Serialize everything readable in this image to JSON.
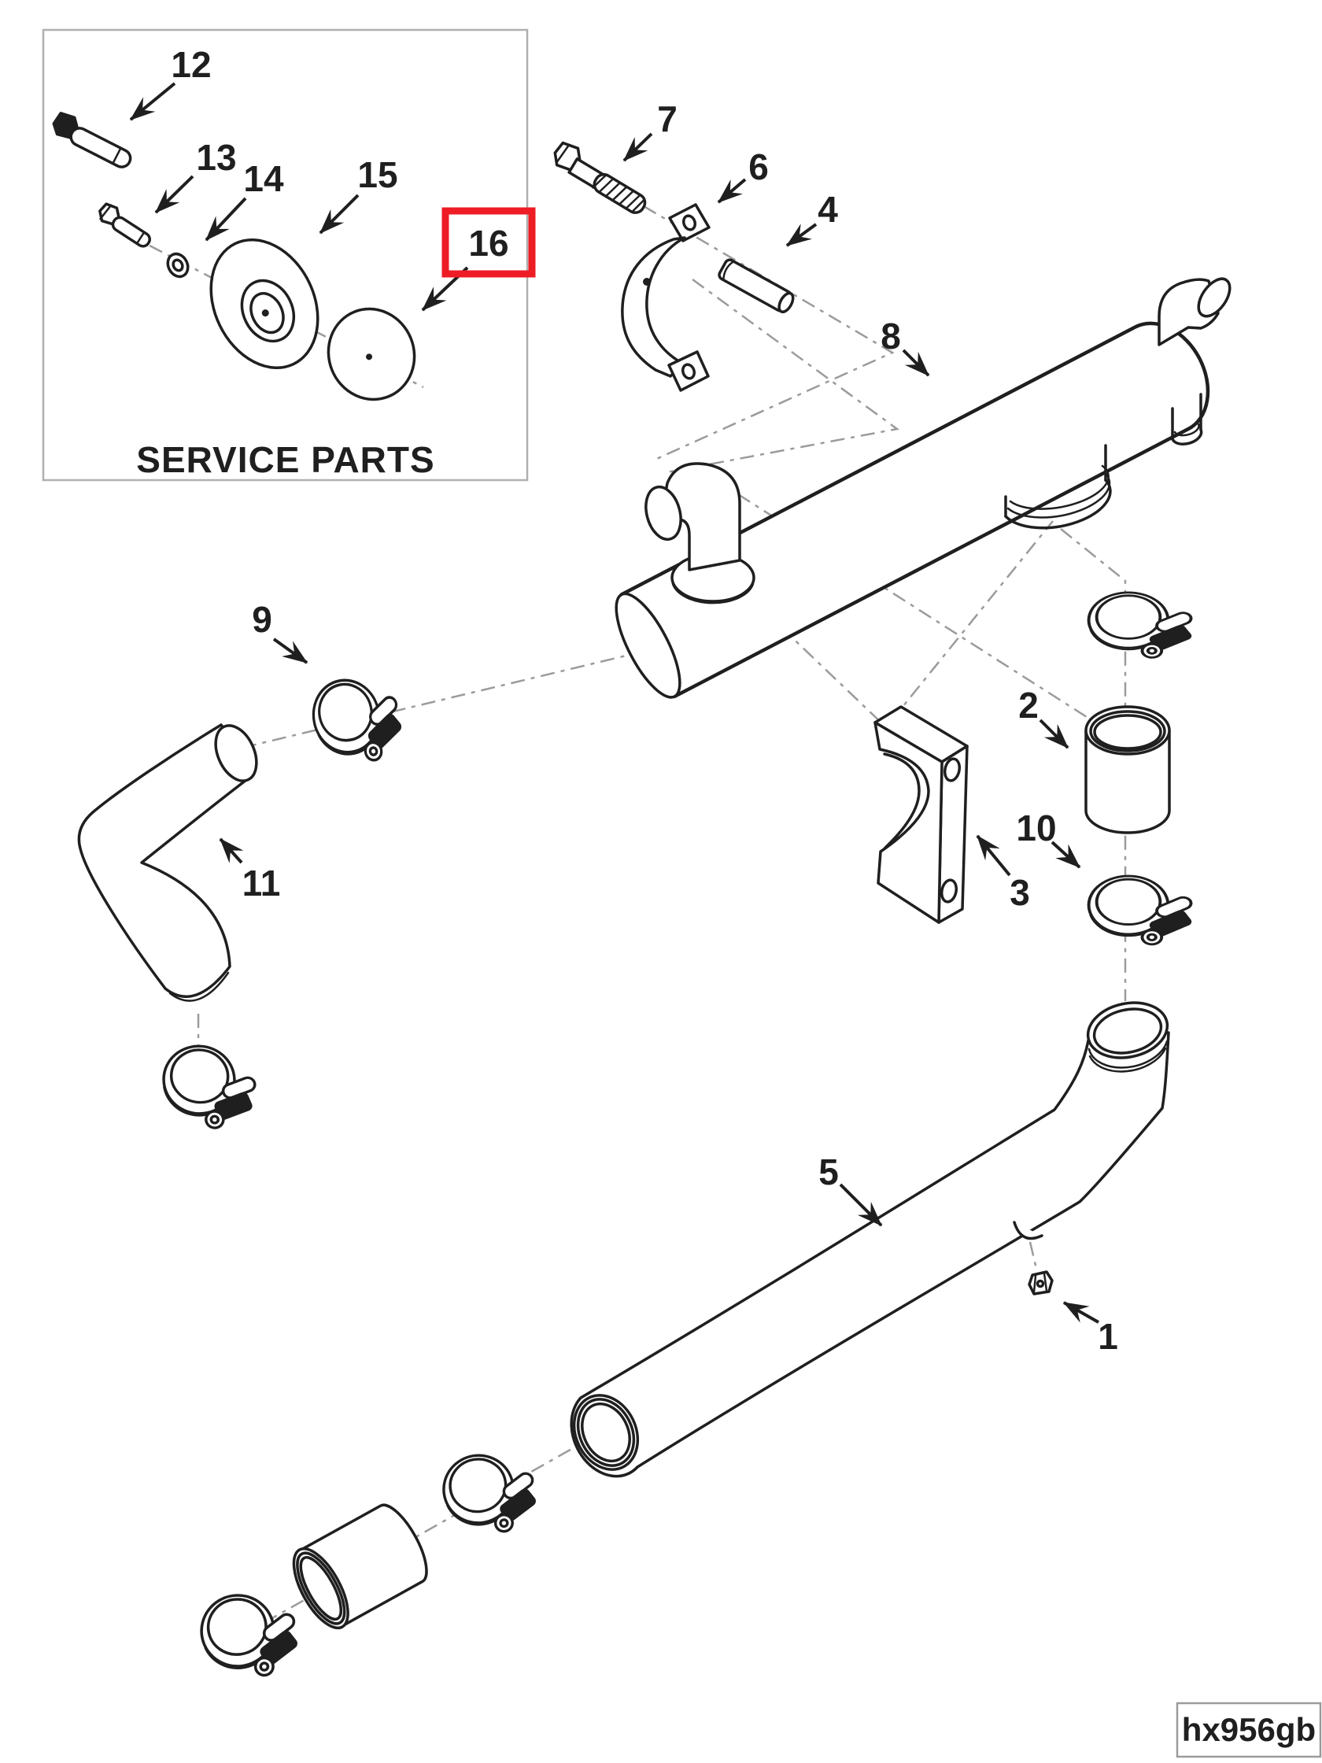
{
  "inset": {
    "title": "SERVICE PARTS"
  },
  "drawing_code": {
    "text": "hx956gb"
  },
  "colors": {
    "highlight": "#ee1c24",
    "ink": "#1f1f1f",
    "centerline": "#9b9b9b",
    "inset_border": "#b0b0b0",
    "code_border": "#9b9b9b"
  },
  "highlight": {
    "highlighted_callout": "16"
  },
  "callouts": [
    {
      "label": "1"
    },
    {
      "label": "2"
    },
    {
      "label": "3"
    },
    {
      "label": "4"
    },
    {
      "label": "5"
    },
    {
      "label": "6"
    },
    {
      "label": "7"
    },
    {
      "label": "8"
    },
    {
      "label": "9"
    },
    {
      "label": "10"
    },
    {
      "label": "11"
    },
    {
      "label": "12"
    },
    {
      "label": "13"
    },
    {
      "label": "14"
    },
    {
      "label": "15"
    },
    {
      "label": "16"
    }
  ]
}
